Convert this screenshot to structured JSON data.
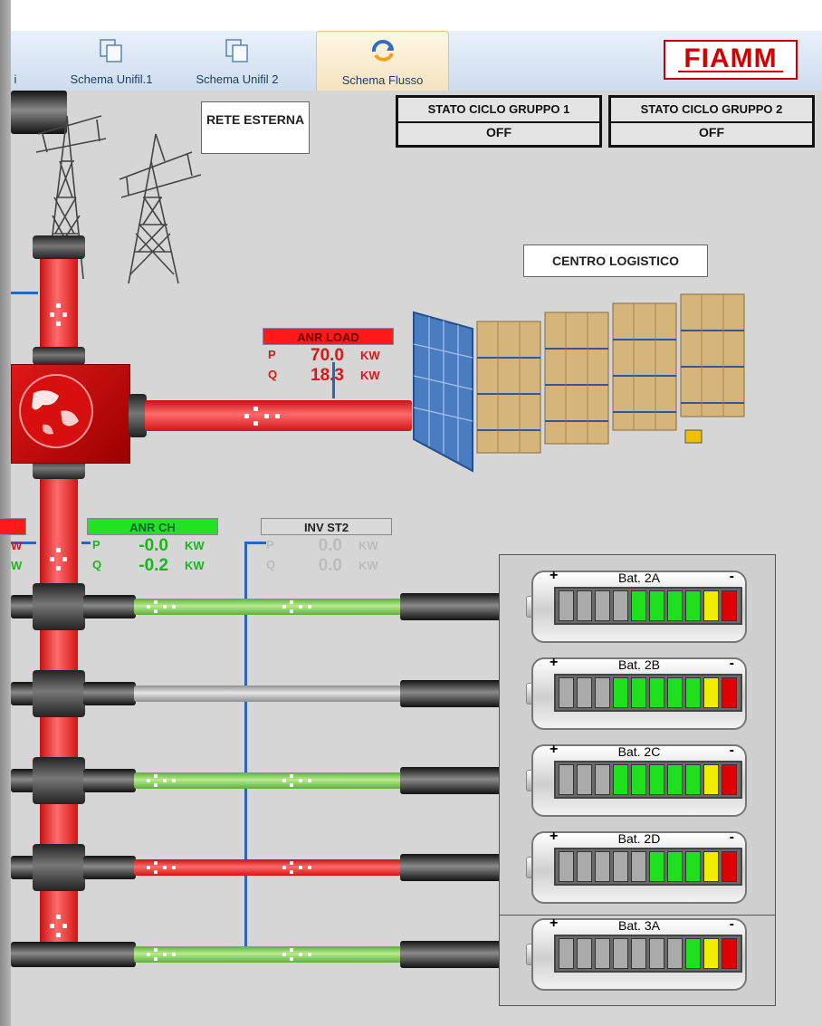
{
  "tabs": [
    {
      "label": "i",
      "icon": "pages-icon",
      "active": false
    },
    {
      "label": "Schema Unifil.1",
      "icon": "pages-icon",
      "active": false
    },
    {
      "label": "Schema Unifil 2",
      "icon": "pages-icon",
      "active": false
    },
    {
      "label": "Schema Flusso",
      "icon": "flow-icon",
      "active": true
    }
  ],
  "logo": {
    "text": "FIAMM"
  },
  "labels": {
    "rete_esterna": "RETE ESTERNA",
    "centro_logistico": "CENTRO LOGISTICO"
  },
  "stato": [
    {
      "title": "STATO CICLO GRUPPO 1",
      "value": "OFF"
    },
    {
      "title": "STATO CICLO GRUPPO 2",
      "value": "OFF"
    }
  ],
  "panels": {
    "anr_load": {
      "title": "ANR LOAD",
      "rows": [
        {
          "key": "P",
          "value": "70.0",
          "unit": "KW"
        },
        {
          "key": "Q",
          "value": "18.3",
          "unit": "KW"
        }
      ]
    },
    "anr_ch": {
      "title": "ANR CH",
      "rows": [
        {
          "key": "P",
          "value": "-0.0",
          "unit": "KW"
        },
        {
          "key": "Q",
          "value": "-0.2",
          "unit": "KW"
        }
      ]
    },
    "inv_st2": {
      "title": "INV ST2",
      "rows": [
        {
          "key": "P",
          "value": "0.0",
          "unit": "KW"
        },
        {
          "key": "Q",
          "value": "0.0",
          "unit": "KW"
        }
      ]
    },
    "partial_left": {
      "rows": [
        {
          "unit": "W"
        },
        {
          "unit": "W"
        }
      ]
    }
  },
  "batteries": [
    {
      "name": "Bat. 2A",
      "plus": "+",
      "minus": "-",
      "cells": [
        "empty",
        "empty",
        "empty",
        "empty",
        "green",
        "green",
        "green",
        "green",
        "yellow",
        "red"
      ]
    },
    {
      "name": "Bat. 2B",
      "plus": "+",
      "minus": "-",
      "cells": [
        "empty",
        "empty",
        "empty",
        "green",
        "green",
        "green",
        "green",
        "green",
        "yellow",
        "red"
      ]
    },
    {
      "name": "Bat. 2C",
      "plus": "+",
      "minus": "-",
      "cells": [
        "empty",
        "empty",
        "empty",
        "green",
        "green",
        "green",
        "green",
        "green",
        "yellow",
        "red"
      ]
    },
    {
      "name": "Bat. 2D",
      "plus": "+",
      "minus": "-",
      "cells": [
        "empty",
        "empty",
        "empty",
        "empty",
        "empty",
        "green",
        "green",
        "green",
        "yellow",
        "red"
      ]
    },
    {
      "name": "Bat. 3A",
      "plus": "+",
      "minus": "-",
      "cells": [
        "empty",
        "empty",
        "empty",
        "empty",
        "empty",
        "empty",
        "empty",
        "green",
        "yellow",
        "red"
      ]
    }
  ],
  "lines": [
    "green",
    "grey",
    "green",
    "red",
    "green"
  ],
  "colors": {
    "accent": "#d10000",
    "active_header": "#ff1a1a",
    "ok_header": "#22e322",
    "idle_header": "#d9d9d9",
    "value_red": "#d41a1a",
    "value_green": "#1cb51c",
    "value_idle": "#bcbcbc"
  }
}
